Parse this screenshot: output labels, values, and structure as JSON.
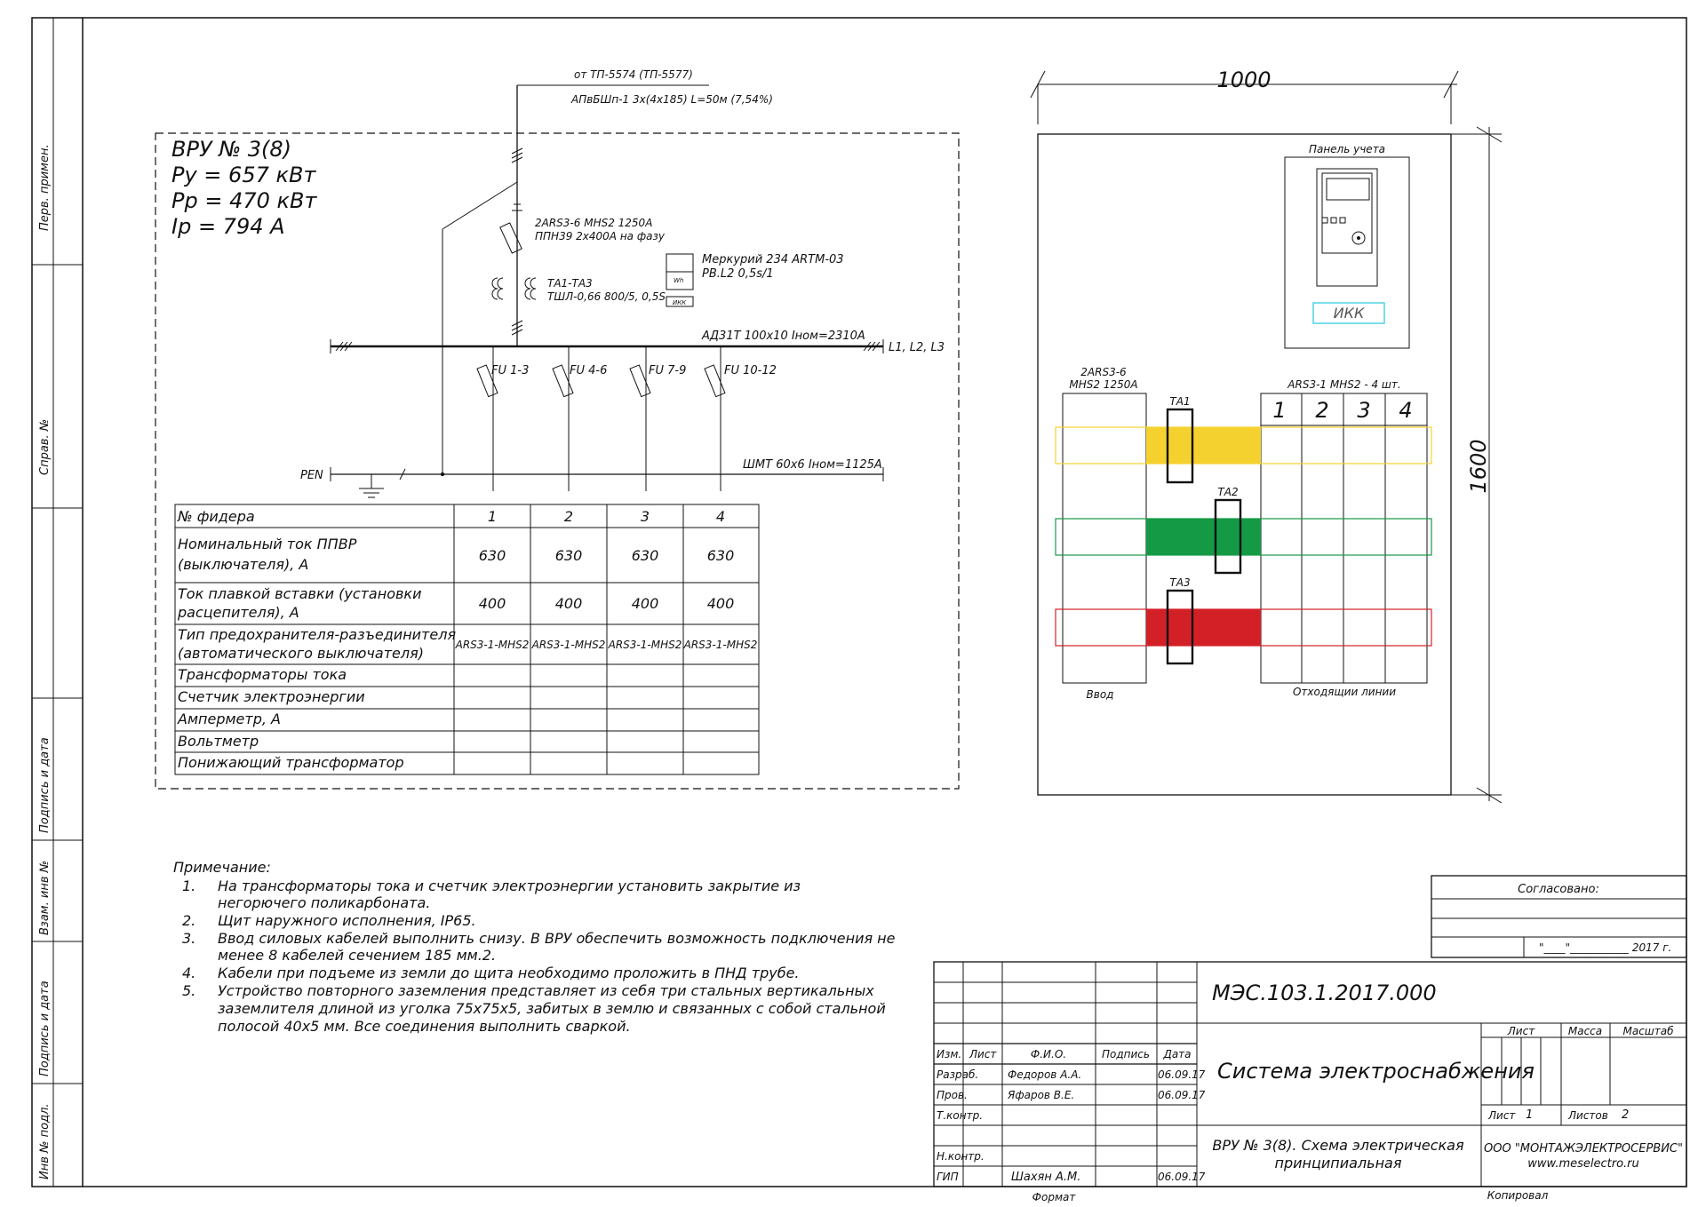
{
  "colors": {
    "phase_a": "#f5d130",
    "phase_b": "#149a45",
    "phase_c": "#d32027",
    "ikk_frame": "#4fd3e0"
  },
  "margin_stamps": [
    "Перв. примен.",
    "Справ. №",
    "Подпись и дата",
    "Взам. инв №",
    "Подпись и дата",
    "Инв № подл."
  ],
  "schematic": {
    "source": "от ТП-5574 (ТП-5577)",
    "cable": "АПвБШп-1 3х(4х185) L=50м (7,54%)",
    "panel_title": "ВРУ № 3(8)",
    "py": "Ру = 657 кВт",
    "pp": "Рр = 470 кВт",
    "ip": "Iр = 794 А",
    "switch_model": "2ARS3-6 MHS2 1250A",
    "switch_fuse": "ППН39 2х400А на фазу",
    "meter_name": "Меркурий 234 ARTM-03",
    "meter_class": "PB.L2 0,5s/1",
    "meter_wh": "Wh",
    "meter_ikk": "ИКК",
    "ct_name": "ТА1-ТА3",
    "ct_model": "ТШЛ-0,66 800/5, 0,5S",
    "busbar": "АД31Т 100х10 Iном=2310А",
    "phases": "L1, L2, L3",
    "pen_label": "PEN",
    "pen_bus": "ШМТ 60х6 Iном=1125А",
    "fuses": [
      "FU 1-3",
      "FU 4-6",
      "FU 7-9",
      "FU 10-12"
    ]
  },
  "feeder_table": {
    "rows": [
      {
        "label": [
          "№ фидера"
        ],
        "values": [
          "1",
          "2",
          "3",
          "4"
        ]
      },
      {
        "label": [
          "Номинальный ток ППВР",
          "(выключателя), А"
        ],
        "values": [
          "630",
          "630",
          "630",
          "630"
        ]
      },
      {
        "label": [
          "Ток плавкой вставки (установки",
          "расцепителя), А"
        ],
        "values": [
          "400",
          "400",
          "400",
          "400"
        ]
      },
      {
        "label": [
          "Тип предохранителя-разъединителя",
          "(автоматического выключателя)"
        ],
        "values": [
          "ARS3-1-MHS2",
          "ARS3-1-MHS2",
          "ARS3-1-MHS2",
          "ARS3-1-MHS2"
        ]
      },
      {
        "label": [
          "Трансформаторы тока"
        ],
        "values": [
          "",
          "",
          "",
          ""
        ]
      },
      {
        "label": [
          "Счетчик электроэнергии"
        ],
        "values": [
          "",
          "",
          "",
          ""
        ]
      },
      {
        "label": [
          "Амперметр, А"
        ],
        "values": [
          "",
          "",
          "",
          ""
        ]
      },
      {
        "label": [
          "Вольтметр"
        ],
        "values": [
          "",
          "",
          "",
          ""
        ]
      },
      {
        "label": [
          "Понижающий трансформатор"
        ],
        "values": [
          "",
          "",
          "",
          ""
        ]
      }
    ]
  },
  "cabinet": {
    "width_dim": "1000",
    "height_dim": "1600",
    "meter_panel": "Панель учета",
    "ikk": "ИКК",
    "input_switch_1": "2ARS3-6",
    "input_switch_2": "MHS2 1250A",
    "outgoing_header": "ARS3-1 MHS2 - 4 шт.",
    "ct_labels": [
      "ТА1",
      "ТА2",
      "ТА3"
    ],
    "columns": [
      "1",
      "2",
      "3",
      "4"
    ],
    "input_label": "Ввод",
    "outgoing_label": "Отходящии линии"
  },
  "notes": {
    "title": "Примечание:",
    "items": [
      {
        "num": "1.",
        "lines": [
          "На трансформаторы тока и счетчик электроэнергии установить закрытие из",
          "негорючего поликарбоната."
        ]
      },
      {
        "num": "2.",
        "lines": [
          "Щит наружного исполнения, IP65."
        ]
      },
      {
        "num": "3.",
        "lines": [
          "Ввод силовых кабелей выполнить снизу. В ВРУ обеспечить возможность подключения не",
          "менее 8 кабелей сечением 185 мм.2."
        ]
      },
      {
        "num": "4.",
        "lines": [
          "Кабели при подъеме из земли до щита необходимо проложить в ПНД трубе."
        ]
      },
      {
        "num": "5.",
        "lines": [
          "Устройство повторного заземления представляет из себя три стальных вертикальных",
          "заземлителя длиной из уголка 75х75х5, забитых в землю и связанных с собой стальной",
          "полосой 40х5 мм. Все соединения выполнить сваркой."
        ]
      }
    ]
  },
  "approval": {
    "title": "Согласовано:",
    "date": "\"____\"___________ 2017 г."
  },
  "title_block": {
    "code": "МЭС.103.1.2017.000",
    "system": "Система электроснабжения",
    "sheet_title": [
      "ВРУ № 3(8). Схема электрическая",
      "принципиальная"
    ],
    "company": "ООО \"МОНТАЖЭЛЕКТРОСЕРВИС\"",
    "website": "www.meselectro.ru",
    "col_headers": [
      "Изм.",
      "Лист",
      "Ф.И.О.",
      "Подпись",
      "Дата"
    ],
    "roles": [
      {
        "role": "Разраб.",
        "name": "Федоров А.А.",
        "date": "06.09.17"
      },
      {
        "role": "Пров.",
        "name": "Яфаров В.Е.",
        "date": "06.09.17"
      },
      {
        "role": "Т.контр.",
        "name": "",
        "date": ""
      },
      {
        "role": "",
        "name": "",
        "date": ""
      },
      {
        "role": "Н.контр.",
        "name": "",
        "date": ""
      },
      {
        "role": "ГИП",
        "name": "Шахян А.М.",
        "date": "06.09.17"
      }
    ],
    "list_h": "Лист",
    "mass_h": "Масса",
    "scale_h": "Масштаб",
    "sheet_label": "Лист",
    "sheet_num": "1",
    "sheets_label": "Листов",
    "sheets_total": "2",
    "format": "Формат",
    "copied": "Копировал"
  }
}
